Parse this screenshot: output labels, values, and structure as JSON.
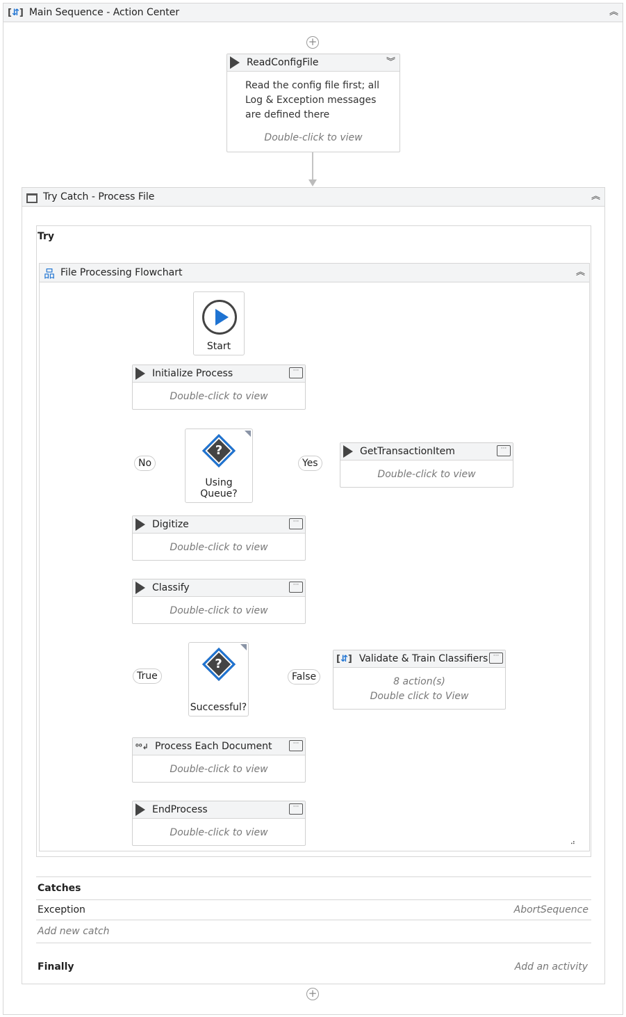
{
  "main": {
    "title": "Main Sequence - Action Center"
  },
  "read_config": {
    "title": "ReadConfigFile",
    "annotation": [
      "Read the config file first; all",
      "Log & Exception messages",
      "are defined there"
    ],
    "hint": "Double-click to view"
  },
  "try_catch": {
    "title": "Try Catch - Process File",
    "try_label": "Try",
    "catches_label": "Catches",
    "catch_exception": "Exception",
    "catch_handler": "AbortSequence",
    "add_catch": "Add new catch",
    "finally_label": "Finally",
    "add_activity": "Add an activity"
  },
  "flowchart": {
    "title": "File Processing Flowchart",
    "start": "Start",
    "activities": {
      "initialize": {
        "title": "Initialize Process",
        "hint": "Double-click to view"
      },
      "get_transaction": {
        "title": "GetTransactionItem",
        "hint": "Double-click to view"
      },
      "digitize": {
        "title": "Digitize",
        "hint": "Double-click to view"
      },
      "classify": {
        "title": "Classify",
        "hint": "Double-click to view"
      },
      "validate": {
        "title": "Validate & Train Classifiers",
        "count": "8 action(s)",
        "hint": "Double click to View"
      },
      "process_each": {
        "title": "Process Each Document",
        "hint": "Double-click to view"
      },
      "end": {
        "title": "EndProcess",
        "hint": "Double-click to view"
      }
    },
    "decisions": {
      "using_queue": {
        "label": "Using Queue?",
        "true_label": "Yes",
        "false_label": "No"
      },
      "successful": {
        "label": "Successful?",
        "true_label": "True",
        "false_label": "False"
      }
    }
  },
  "colors": {
    "accent": "#1e73d2",
    "border": "#d6d6d6",
    "header_bg": "#f3f4f5",
    "connector": "#bdbdbd"
  }
}
